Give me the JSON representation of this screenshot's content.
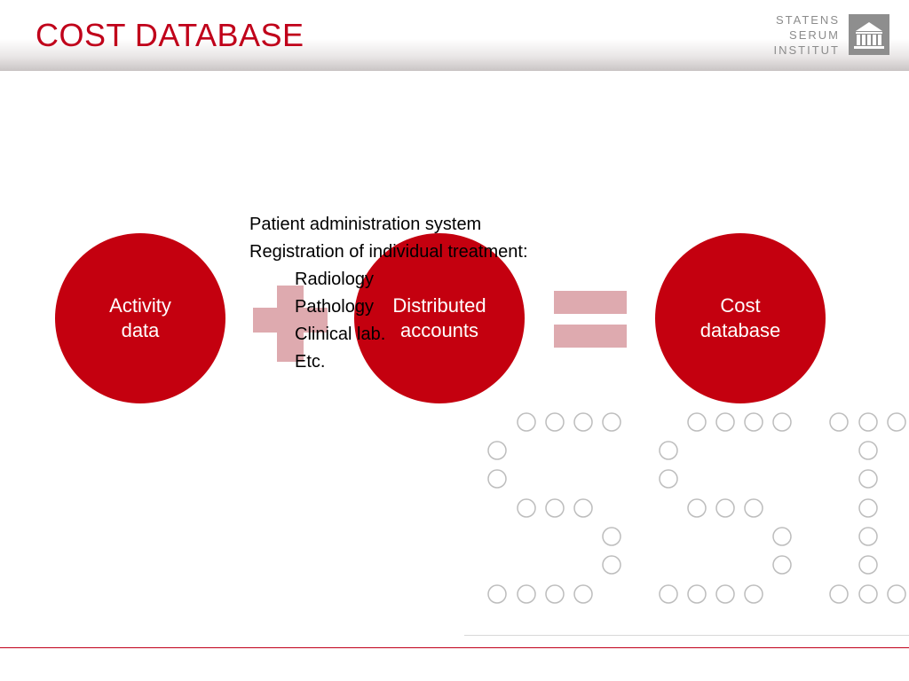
{
  "slide": {
    "title": "COST DATABASE"
  },
  "logo": {
    "lines": [
      "STATENS",
      "SERUM",
      "INSTITUT"
    ],
    "emblem_icon": "building-emblem-icon"
  },
  "diagram": {
    "circles": [
      {
        "label": "Activity\ndata"
      },
      {
        "label": "Distributed\naccounts"
      },
      {
        "label": "Cost\ndatabase"
      }
    ],
    "operators": [
      "plus-icon",
      "equals-icon"
    ]
  },
  "notes": {
    "lines": [
      "Patient administration system",
      "Registration of individual treatment:"
    ],
    "sub_items": [
      "Radiology",
      "Pathology",
      "Clinical lab.",
      "Etc."
    ]
  },
  "colors": {
    "accent": "#c0001a",
    "circle_fill": "#c4000f",
    "operator_fill": "#deaaaf",
    "dot_outline": "#bdbdbd"
  }
}
